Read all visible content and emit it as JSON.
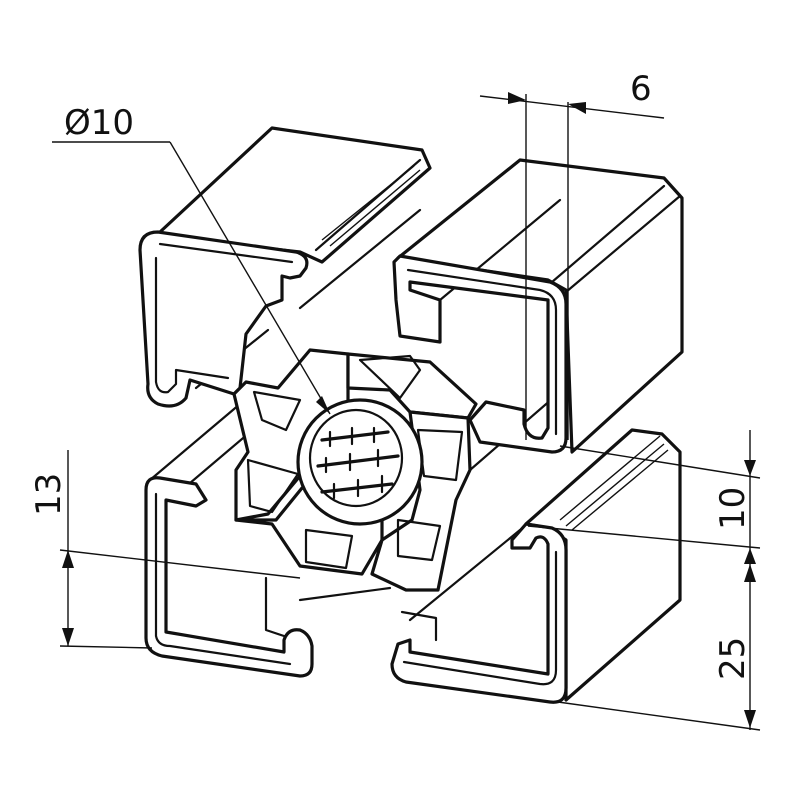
{
  "dimensions": {
    "diameter": "Ø10",
    "width_6": "6",
    "height_13": "13",
    "height_10": "10",
    "height_25": "25"
  },
  "colors": {
    "ink": "#111111",
    "paper": "#ffffff"
  }
}
